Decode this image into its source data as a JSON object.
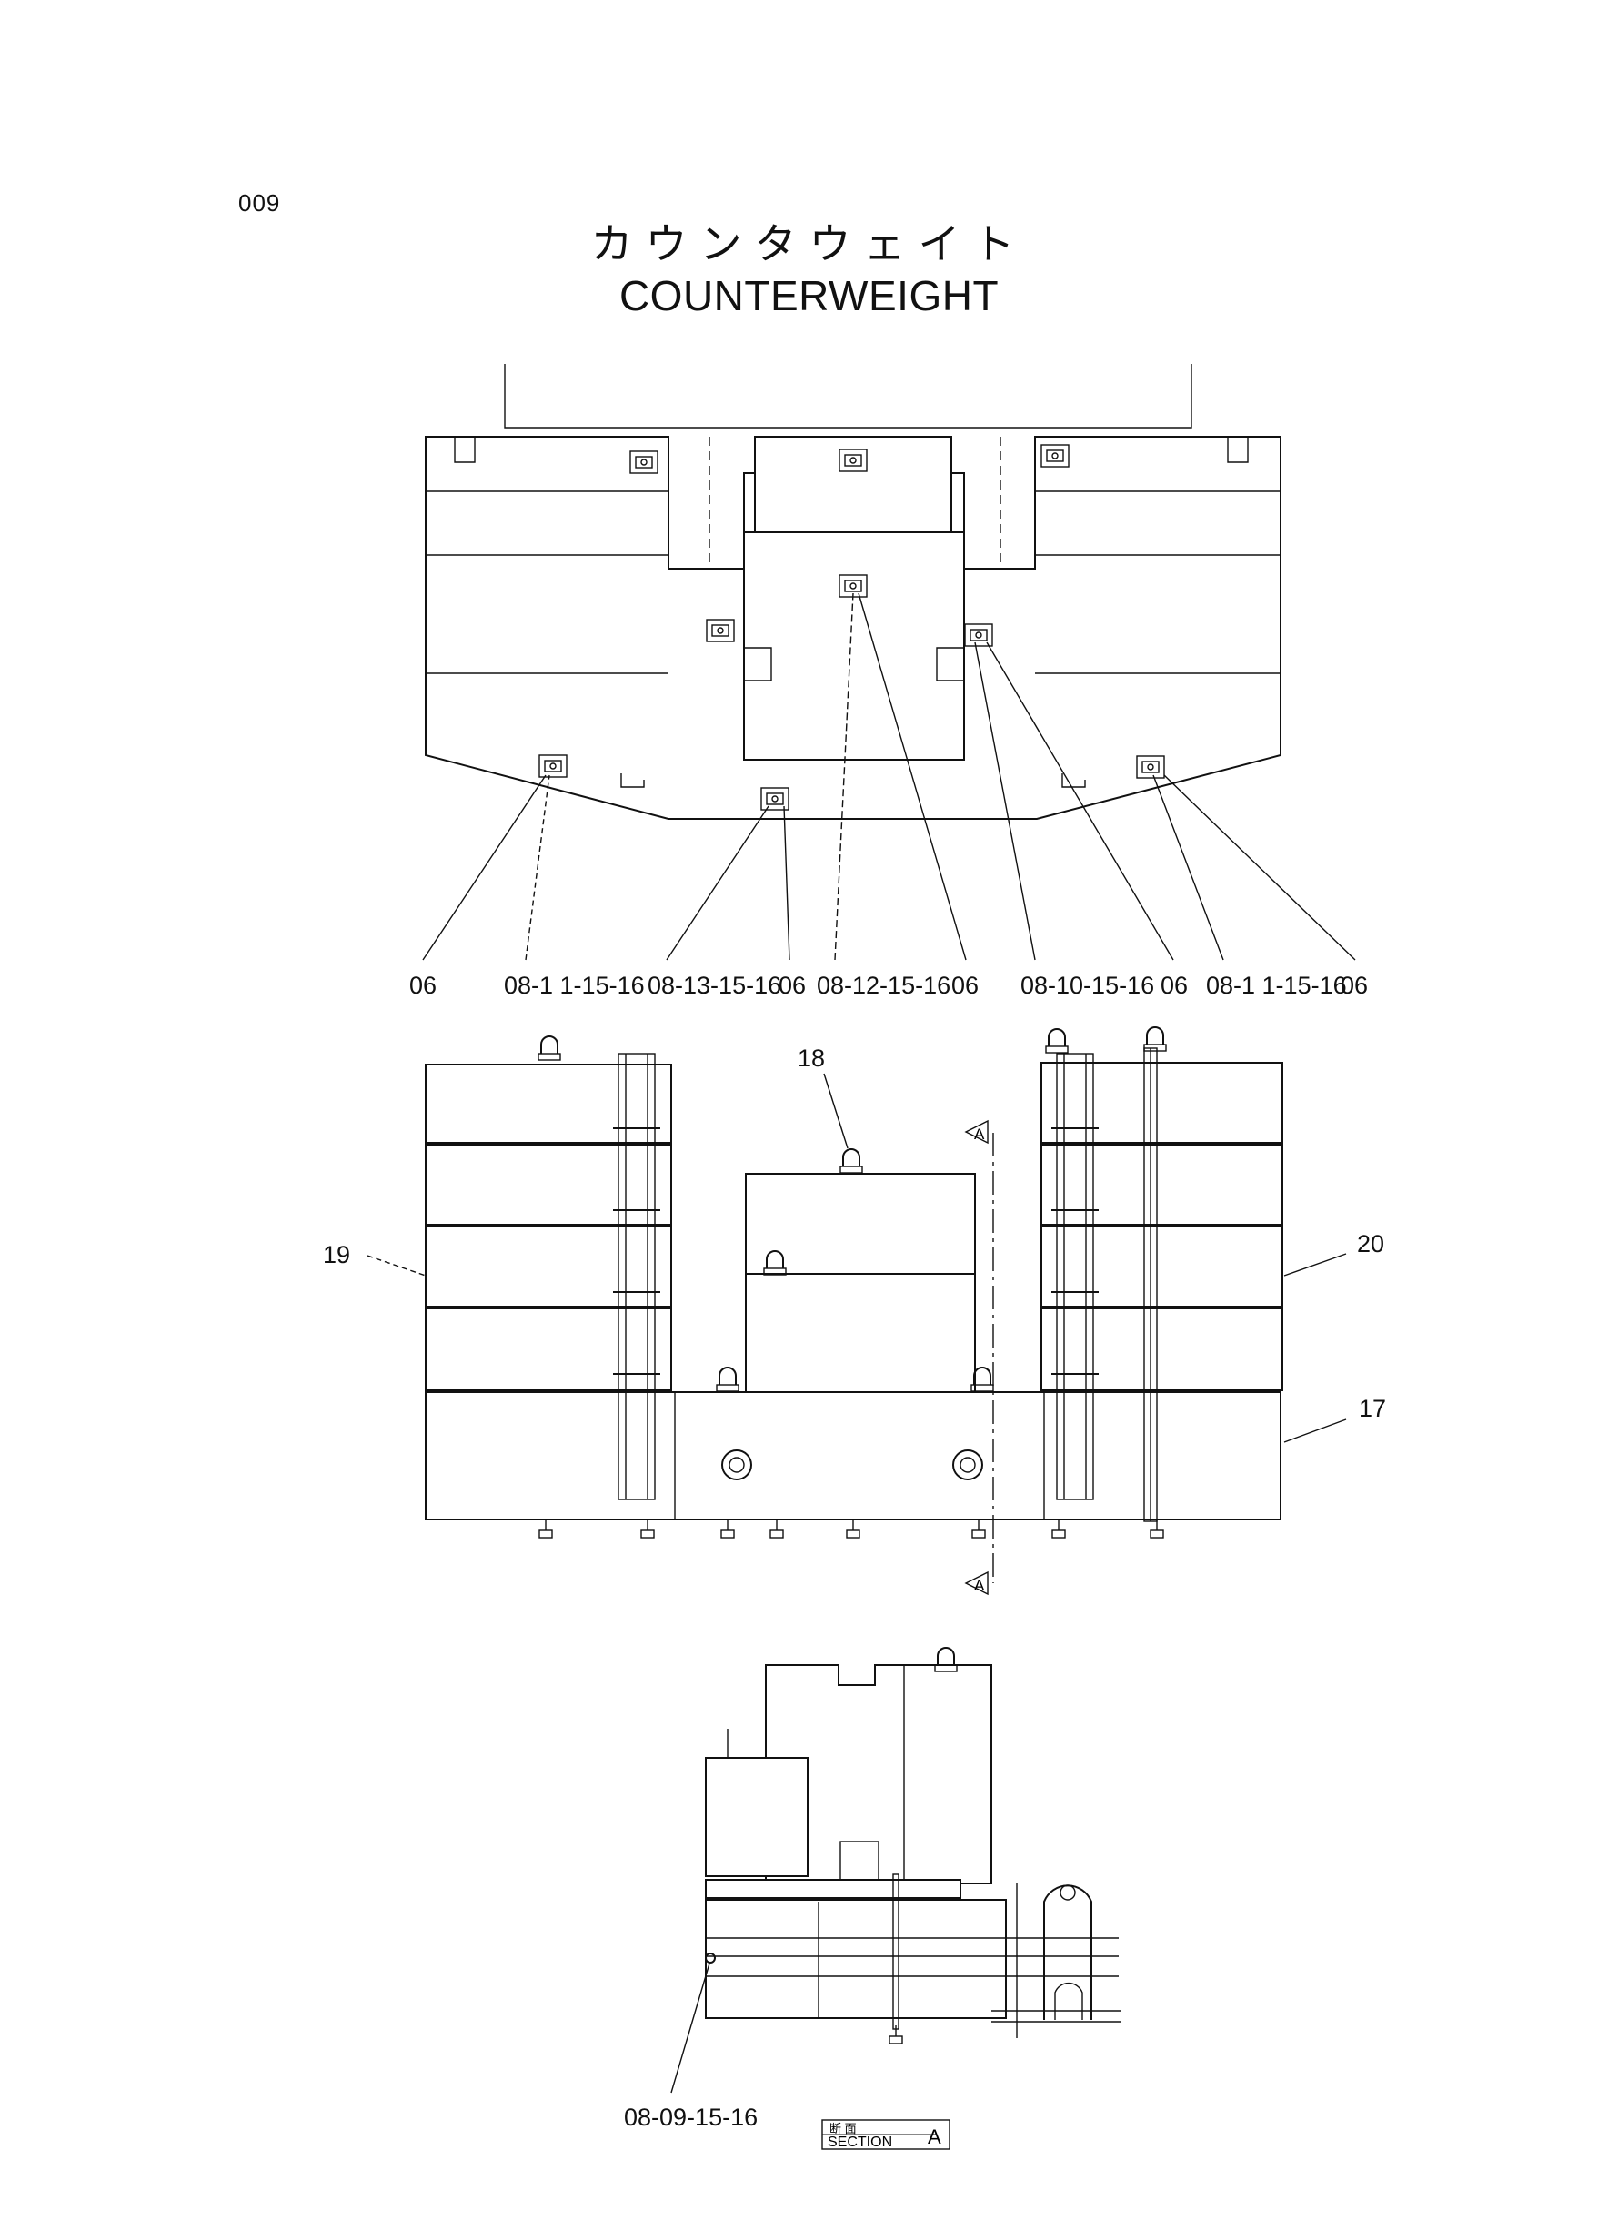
{
  "page": {
    "number": "009"
  },
  "title": {
    "japanese": "カウンタウェイト",
    "english": "COUNTERWEIGHT"
  },
  "top_view": {
    "callouts": [
      "06",
      "08-1 1-15-16",
      "08-13-15-16",
      "06",
      "08-12-15-16",
      "06",
      "08-10-15-16",
      "06",
      "08-1 1-15-16",
      "06"
    ]
  },
  "front_view": {
    "labels": {
      "center_weight": "18",
      "left_stack": "19",
      "right_stack": "20",
      "base": "17"
    },
    "section_marker": "A"
  },
  "section_view": {
    "callout": "08-09-15-16",
    "caption_jp": "断 面",
    "caption_en": "SECTION",
    "caption_letter": "A"
  }
}
